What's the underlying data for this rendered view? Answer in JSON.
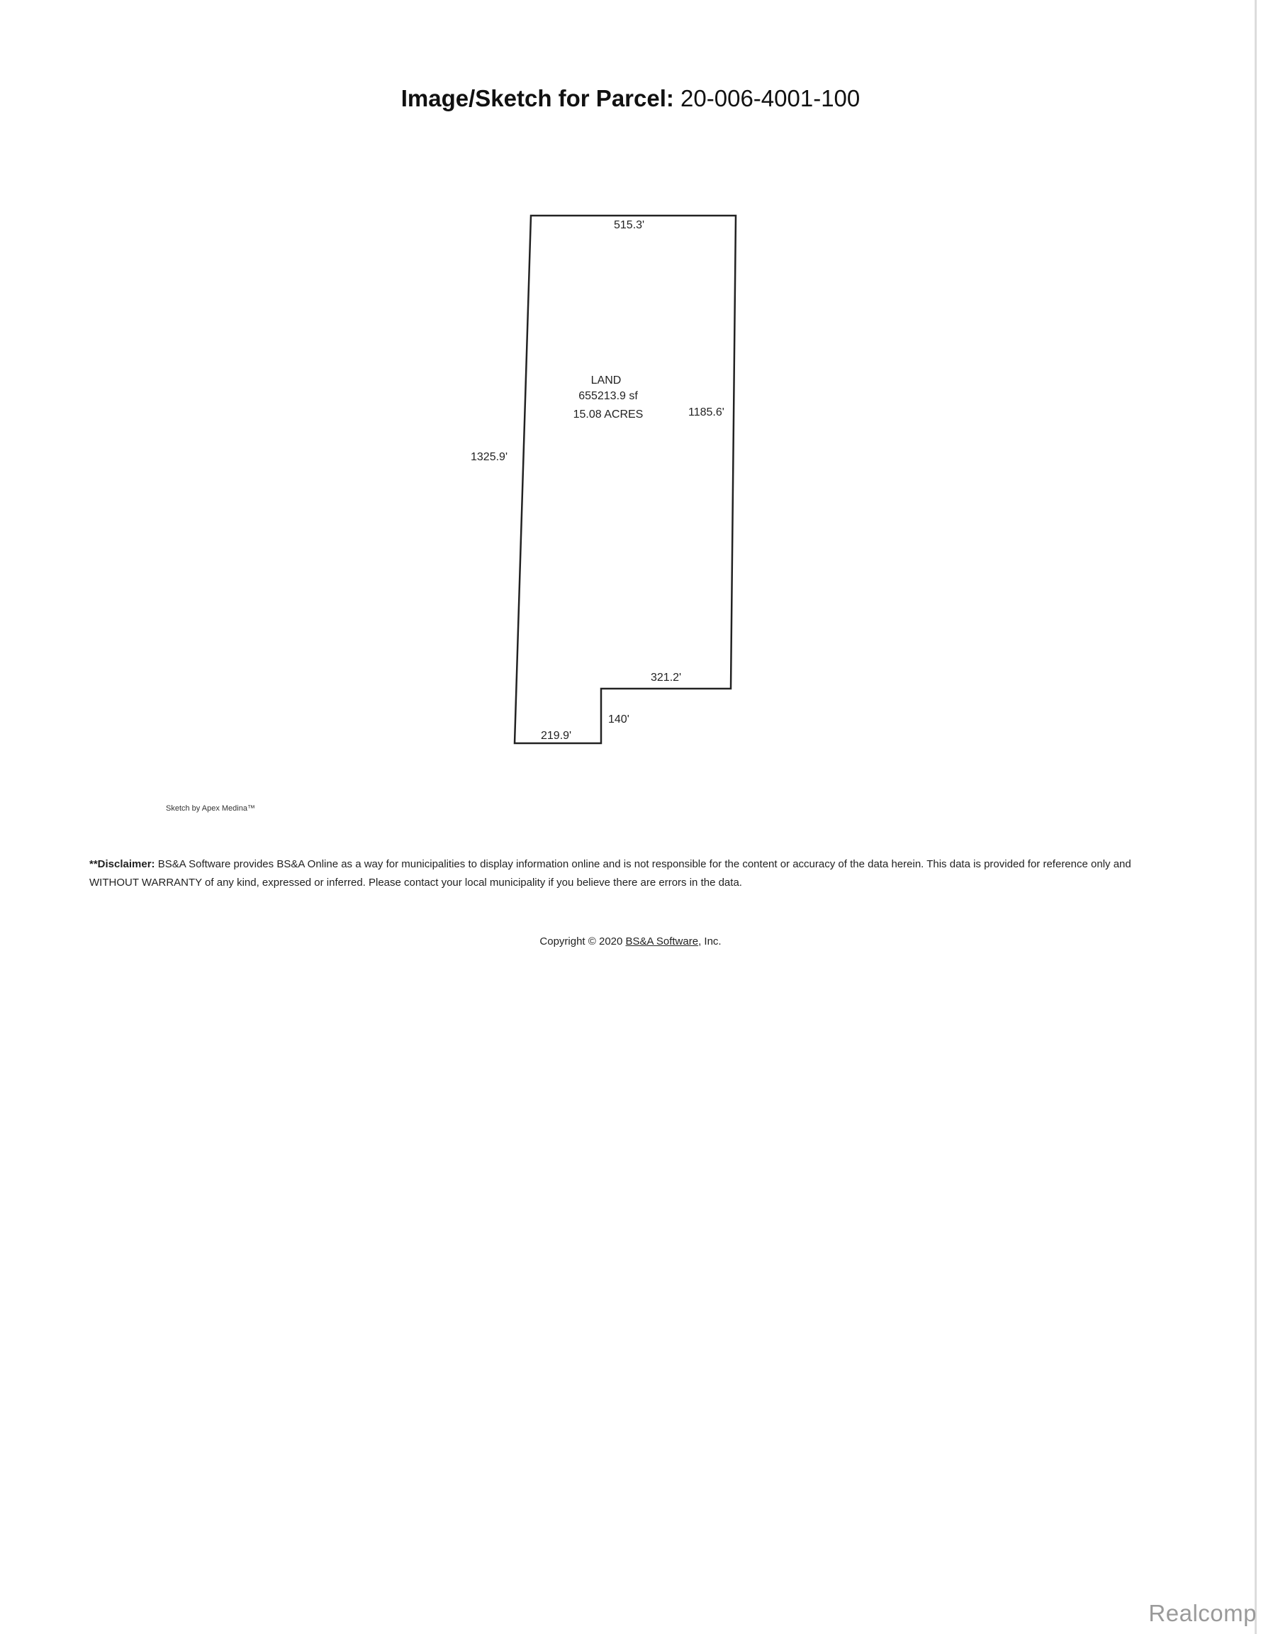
{
  "header": {
    "label": "Image/Sketch for Parcel:",
    "parcel_id": "20-006-4001-100"
  },
  "sketch": {
    "top_dimension": "515.3'",
    "right_dimension": "1185.6'",
    "left_dimension": "1325.9'",
    "notch_top_dimension": "321.2'",
    "notch_side_dimension": "140'",
    "bottom_dimension": "219.9'",
    "area_lines": [
      "LAND",
      "655213.9 sf",
      "15.08 ACRES"
    ]
  },
  "credit": "Sketch by Apex Medina™",
  "disclaimer": {
    "label": "**Disclaimer:",
    "text": "BS&A Software provides BS&A Online as a way for municipalities to display information online and is not responsible for the content or accuracy of the data herein. This data is provided for reference only and WITHOUT WARRANTY of any kind, expressed or inferred. Please contact your local municipality if you believe there are errors in the data."
  },
  "copyright": {
    "prefix": "Copyright © 2020",
    "company": "BS&A Software",
    "suffix": ", Inc."
  },
  "watermark": "Realcomp"
}
